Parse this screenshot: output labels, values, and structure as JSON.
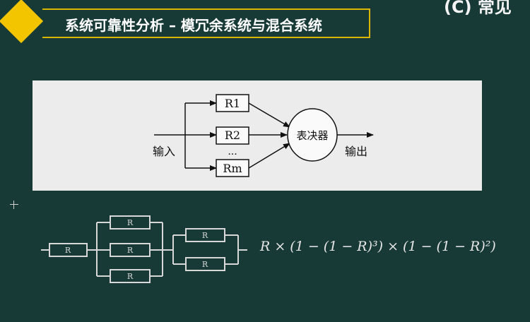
{
  "slide": {
    "corner_text": "(C) 常见",
    "title": "系统可靠性分析 – 模冗余系统与混合系统"
  },
  "top_diagram": {
    "modules": [
      "R1",
      "R2",
      "Rm"
    ],
    "ellipsis": "...",
    "voter_label": "表决器",
    "input_label": "输入",
    "output_label": "输出"
  },
  "bottom_diagram": {
    "block_label": "R",
    "formula": "R × (1 − (1 − R)³) × (1 − (1 − R)²)"
  },
  "colors": {
    "background": "#173a36",
    "accent": "#f2c500",
    "panel": "#ececec"
  }
}
